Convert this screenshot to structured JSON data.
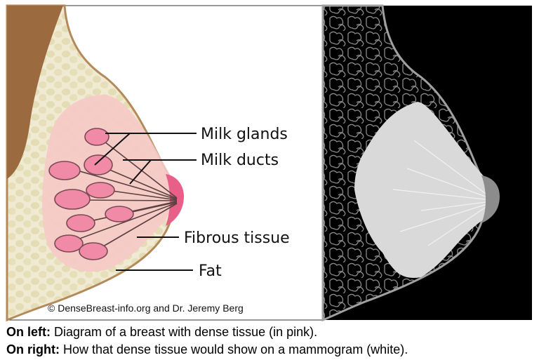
{
  "labels": {
    "milk_glands": "Milk glands",
    "milk_ducts": "Milk ducts",
    "fibrous_tissue": "Fibrous tissue",
    "fat": "Fat"
  },
  "credit": "© DenseBreast-info.org and Dr. Jeremy Berg",
  "caption": {
    "line1_bold": "On left:",
    "line1_text": " Diagram of a breast with dense tissue (in pink).",
    "line2_bold": "On right:",
    "line2_text": " How that dense tissue would show on a mammogram (white)."
  },
  "colors": {
    "skin_outline": "#b58a5a",
    "chest_wall": "#9b6a3f",
    "fat_fill": "#f0ead2",
    "fat_lobules": "#e3dcb4",
    "dense_tissue": "#f6c9c6",
    "glands": "#f08aa6",
    "nipple": "#e8608a",
    "mammogram_bg": "#000000",
    "mammogram_dense": "#d9d9d9"
  }
}
